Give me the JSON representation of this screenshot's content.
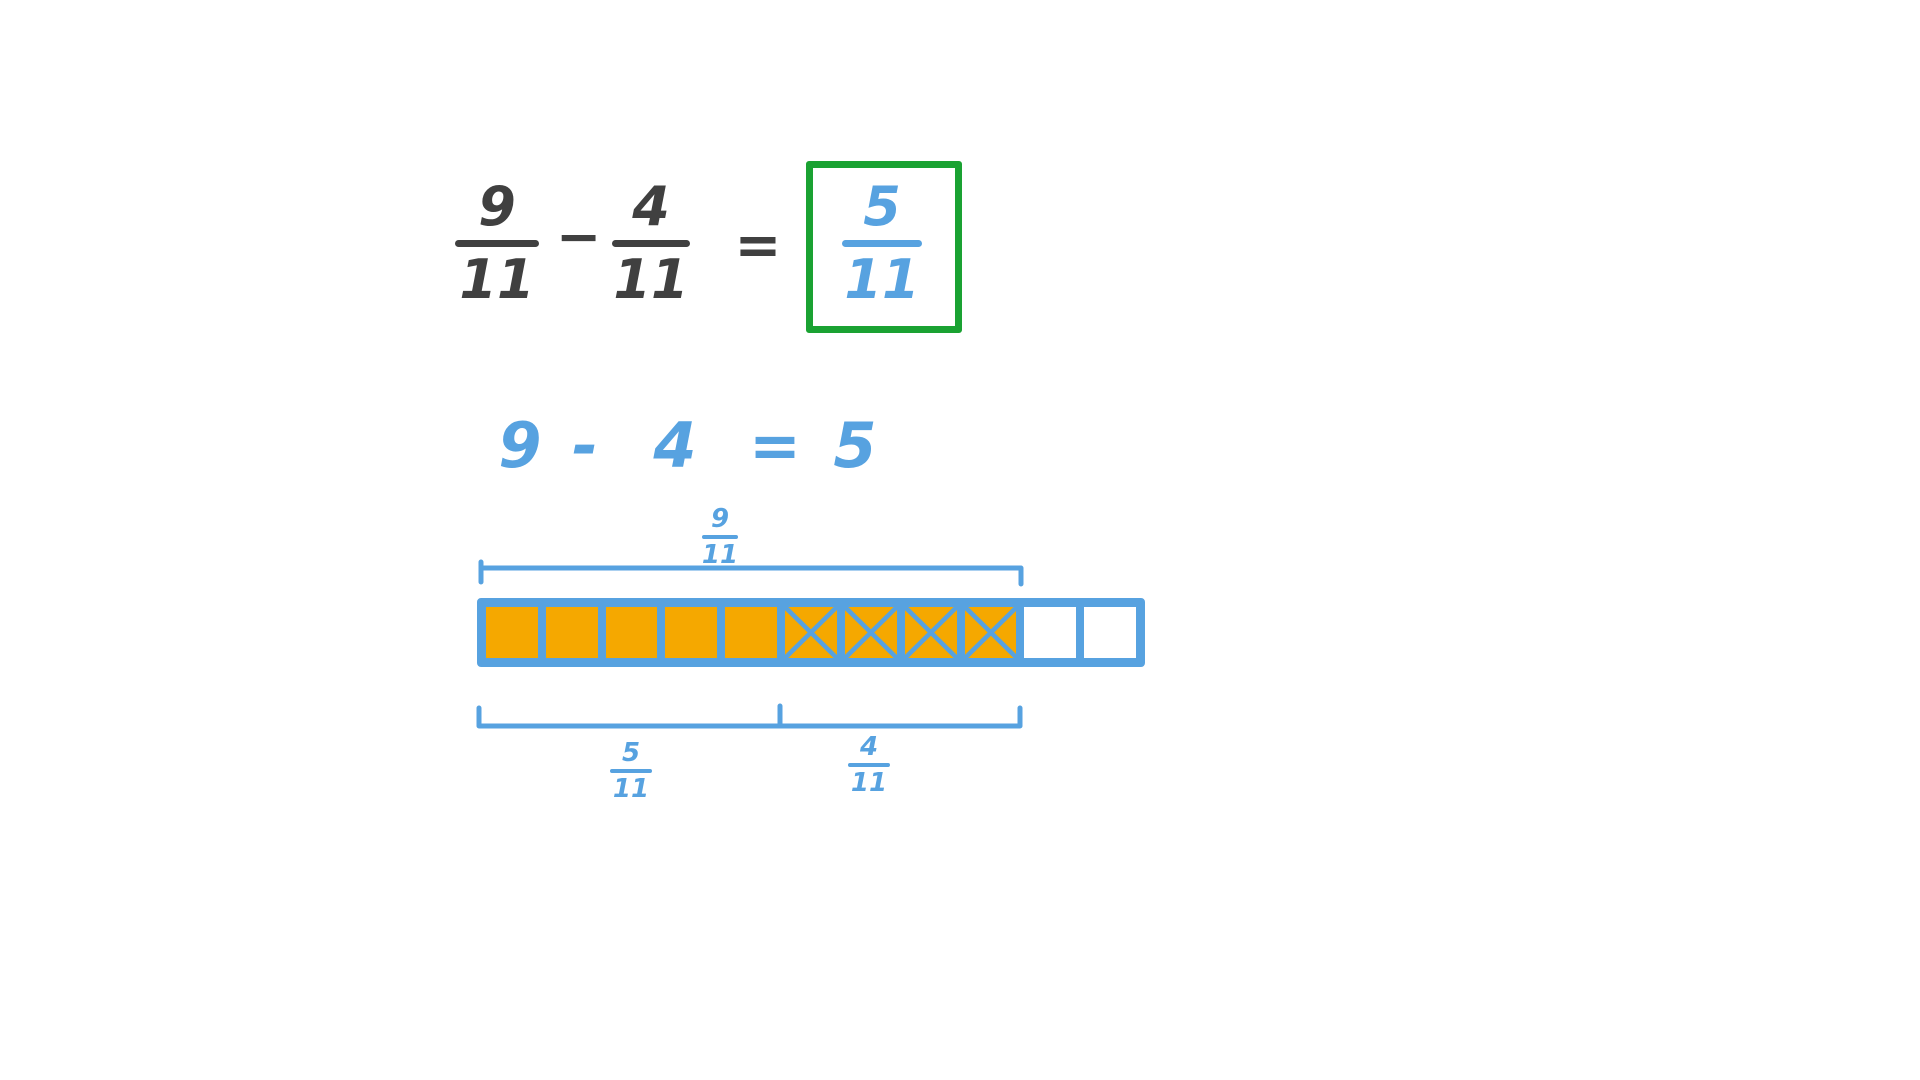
{
  "colors": {
    "dark_ink": "#404040",
    "blue_ink": "#57a2e0",
    "answer_box": "#1aa232",
    "shaded": "#f5a800",
    "background": "#ffffff"
  },
  "problem": {
    "term1": {
      "numerator": "9",
      "denominator": "11"
    },
    "operator": "−",
    "term2": {
      "numerator": "4",
      "denominator": "11"
    },
    "equals": "=",
    "answer": {
      "numerator": "5",
      "denominator": "11"
    }
  },
  "working": {
    "a": "9",
    "op": "-",
    "b": "4",
    "eq": "=",
    "result": "5"
  },
  "tape_diagram": {
    "total_parts": 11,
    "cells": [
      {
        "state": "shaded"
      },
      {
        "state": "shaded"
      },
      {
        "state": "shaded"
      },
      {
        "state": "shaded"
      },
      {
        "state": "shaded"
      },
      {
        "state": "crossed"
      },
      {
        "state": "crossed"
      },
      {
        "state": "crossed"
      },
      {
        "state": "crossed"
      },
      {
        "state": "empty"
      },
      {
        "state": "empty"
      }
    ],
    "top_label": {
      "numerator": "9",
      "denominator": "11"
    },
    "bottom_left_label": {
      "numerator": "5",
      "denominator": "11"
    },
    "bottom_right_label": {
      "numerator": "4",
      "denominator": "11"
    }
  }
}
